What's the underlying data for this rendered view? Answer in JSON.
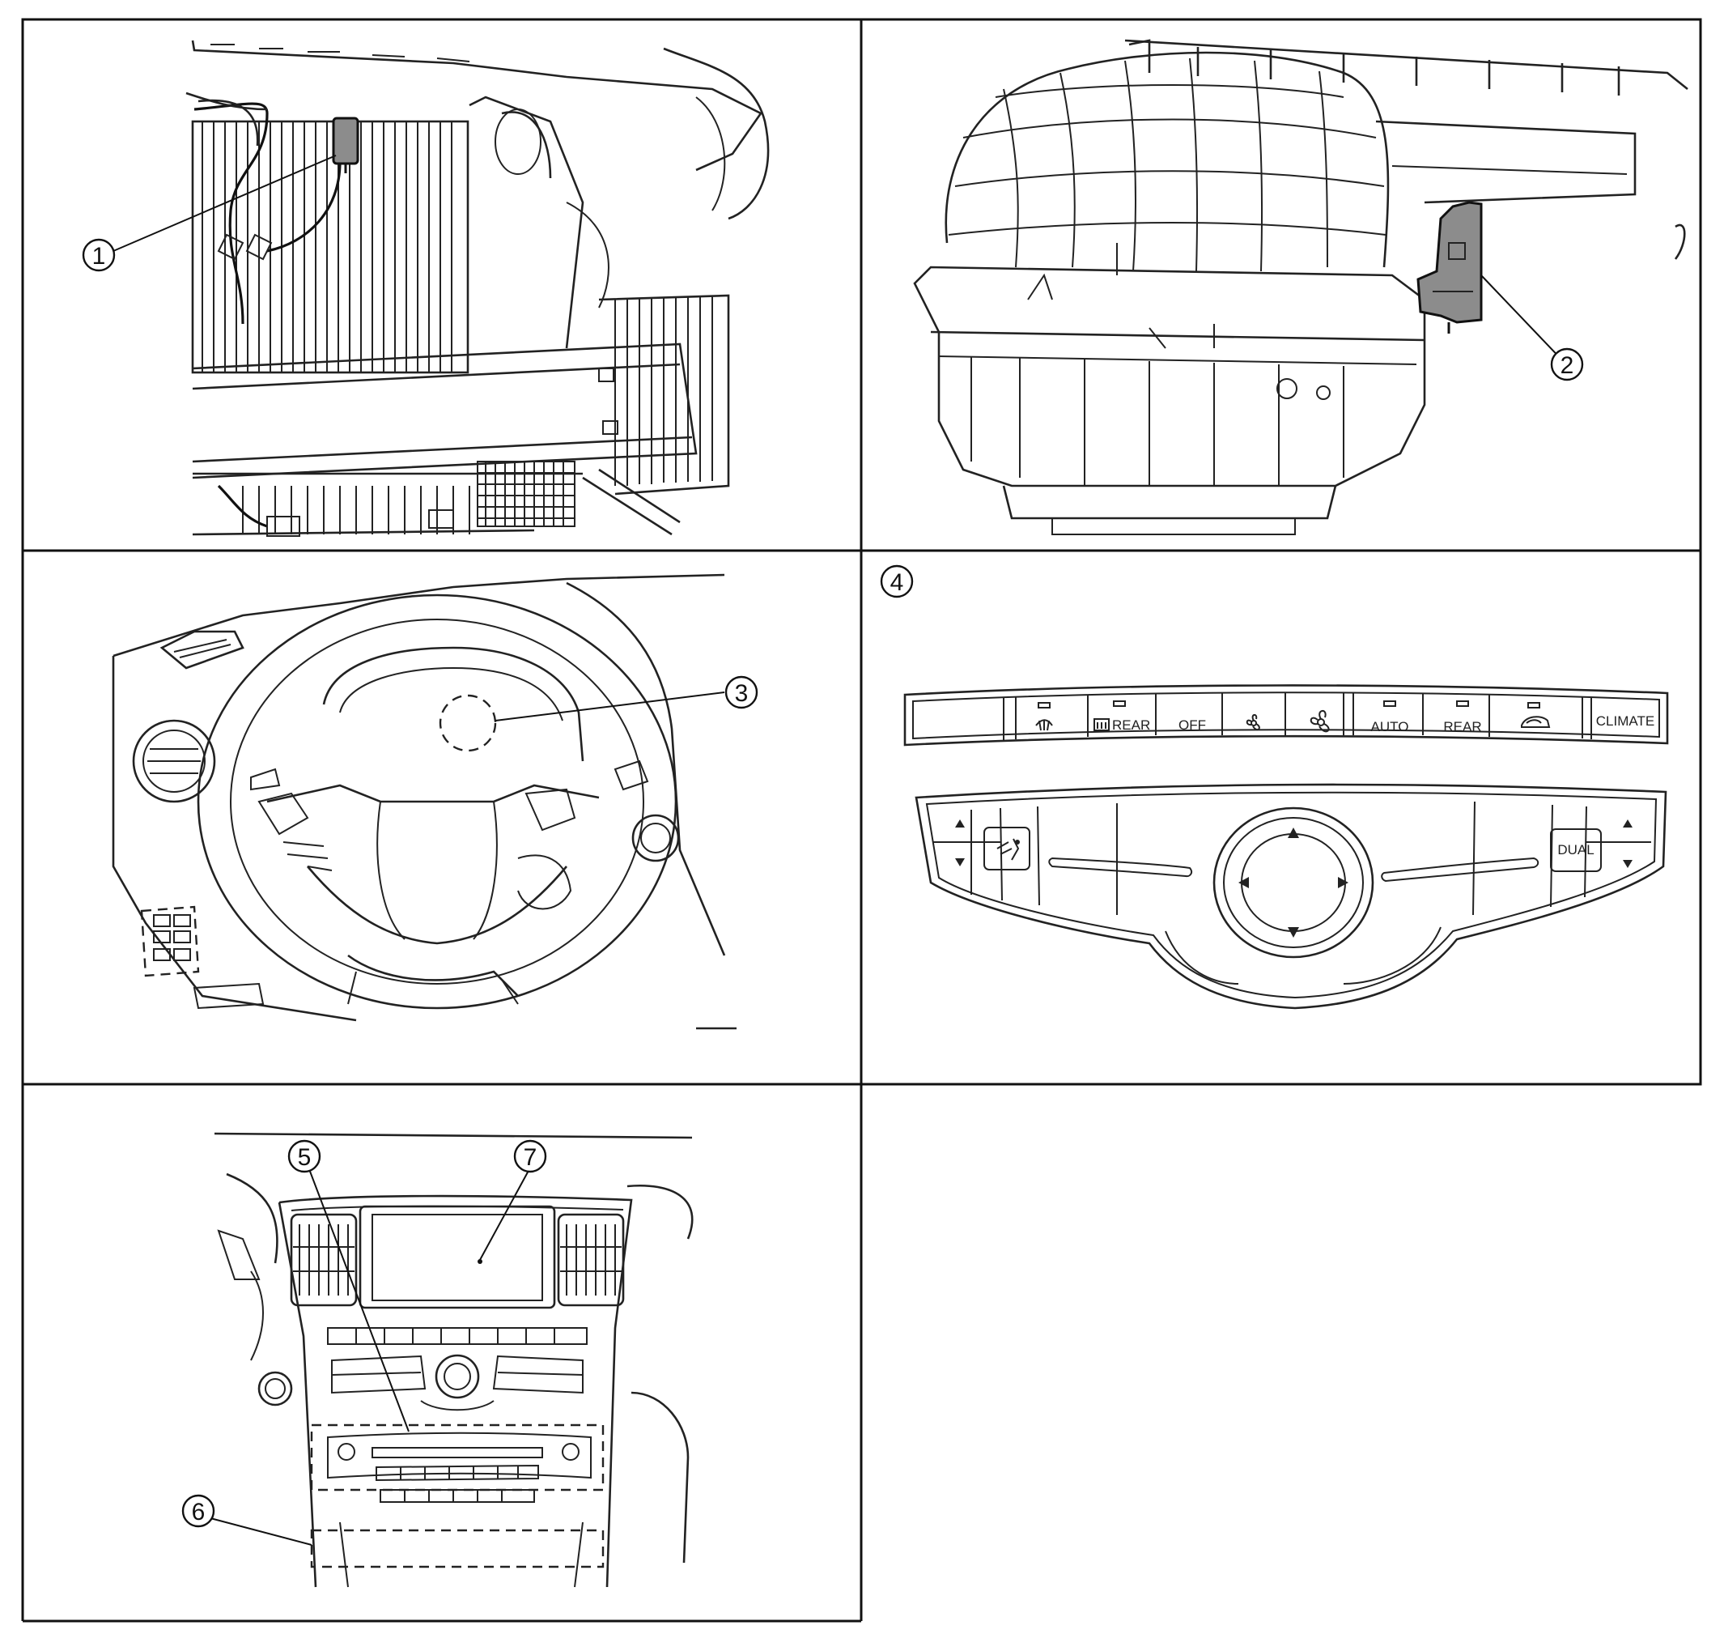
{
  "callouts": {
    "c1": "1",
    "c2": "2",
    "c3": "3",
    "c4": "4",
    "c5": "5",
    "c6": "6",
    "c7": "7"
  },
  "control_panel": {
    "rear_label": "REAR",
    "off_label": "OFF",
    "auto_label": "AUTO",
    "rear2_label": "REAR",
    "climate_label": "CLIMATE",
    "dual_label": "DUAL"
  },
  "colors": {
    "line": "#222222",
    "highlight_fill": "#8c8c8c",
    "background": "#ffffff"
  }
}
